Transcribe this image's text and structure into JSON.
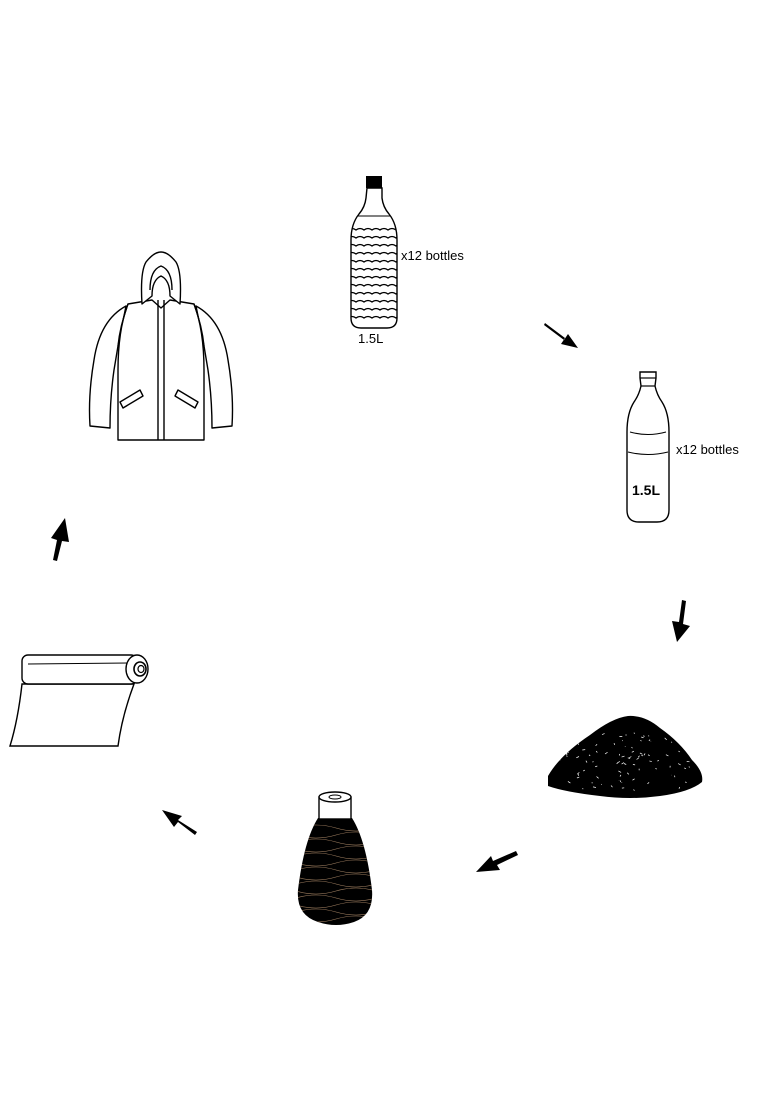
{
  "diagram": {
    "steps": [
      {
        "id": "filled-bottle",
        "icon": "filled-bottle-icon",
        "count_label": "x12 bottles",
        "volume_label": "1.5L"
      },
      {
        "id": "empty-bottle",
        "icon": "empty-bottle-icon",
        "count_label": "x12 bottles",
        "volume_label": "1.5L"
      },
      {
        "id": "shredded-flakes",
        "icon": "flakes-pile-icon"
      },
      {
        "id": "yarn-spool",
        "icon": "yarn-spool-icon"
      },
      {
        "id": "fabric-roll",
        "icon": "fabric-roll-icon"
      },
      {
        "id": "jacket",
        "icon": "jacket-icon"
      }
    ],
    "colors": {
      "ink": "#000000",
      "paper": "#ffffff"
    }
  }
}
